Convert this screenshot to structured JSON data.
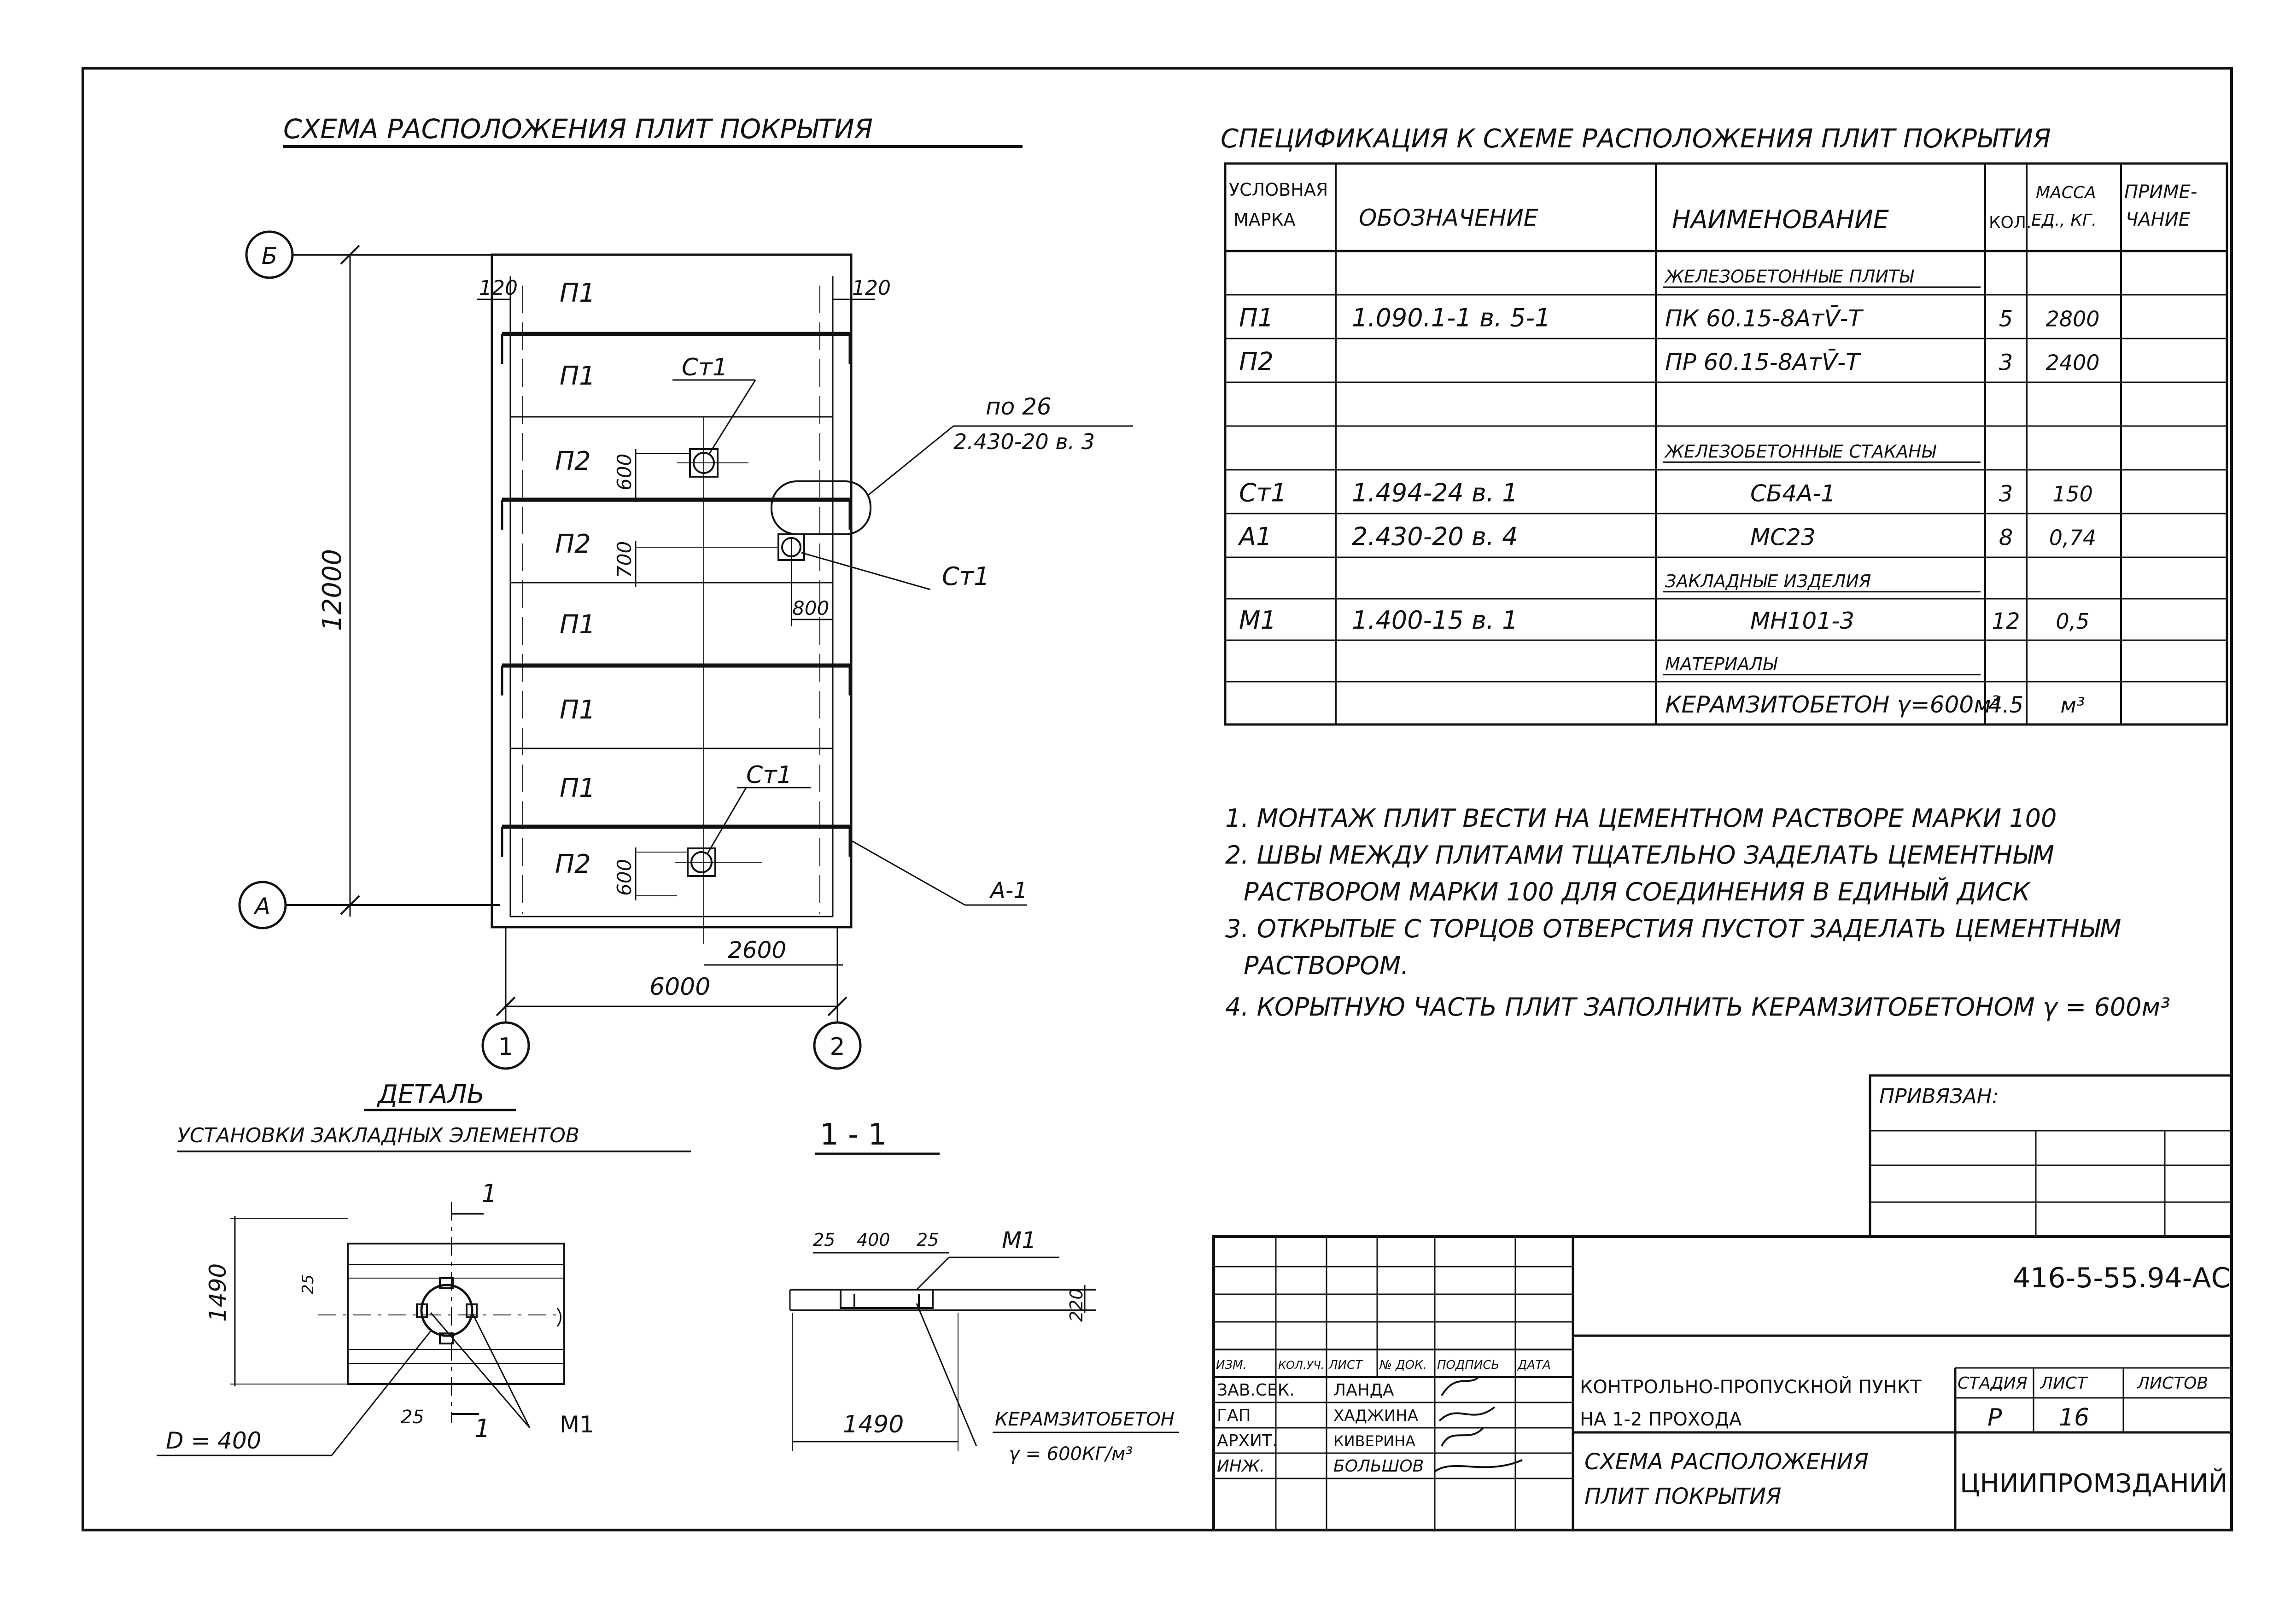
{
  "plan": {
    "title": "СХЕМА РАСПОЛОЖЕНИЯ ПЛИТ ПОКРЫТИЯ",
    "axis_b": "Б",
    "axis_a": "А",
    "axis_1": "1",
    "axis_2": "2",
    "dim_12000": "12000",
    "dim_6000": "6000",
    "dim_2600": "2600",
    "dim_120_left": "120",
    "dim_120_right": "120",
    "dim_600_a": "600",
    "dim_700": "700",
    "dim_800": "800",
    "dim_600_b": "600",
    "slabs": [
      "П1",
      "П1",
      "П2",
      "П2",
      "П1",
      "П1",
      "П1",
      "П2"
    ],
    "ct1_a": "Ст1",
    "ct1_b": "Ст1",
    "ct1_c": "Ст1",
    "ref_line1": "по 26",
    "ref_line2": "2.430-20 в. 3",
    "a1_label": "А-1"
  },
  "spec": {
    "title": "СПЕЦИФИКАЦИЯ К СХЕМЕ РАСПОЛОЖЕНИЯ ПЛИТ ПОКРЫТИЯ",
    "head_mark": [
      "УСЛОВНАЯ",
      "МАРКА"
    ],
    "head_designation": "ОБОЗНАЧЕНИЕ",
    "head_name": "НАИМЕНОВАНИЕ",
    "head_qty": "КОЛ.",
    "head_mass": [
      "МАССА",
      "ЕД., КГ."
    ],
    "head_note": [
      "ПРИМЕ-",
      "ЧАНИЕ"
    ],
    "rows": [
      {
        "mark": "",
        "des": "",
        "name": "ЖЕЛЕЗОБЕТОННЫЕ ПЛИТЫ",
        "qty": "",
        "mass": "",
        "section": true
      },
      {
        "mark": "П1",
        "des": "1.090.1-1  в. 5-1",
        "name": "ПК 60.15-8АтV̄-Т",
        "qty": "5",
        "mass": "2800"
      },
      {
        "mark": "П2",
        "des": "",
        "name": "ПР 60.15-8АтV̄-Т",
        "qty": "3",
        "mass": "2400"
      },
      {
        "mark": "",
        "des": "",
        "name": "",
        "qty": "",
        "mass": ""
      },
      {
        "mark": "",
        "des": "",
        "name": "ЖЕЛЕЗОБЕТОННЫЕ СТАКАНЫ",
        "qty": "",
        "mass": "",
        "section": true
      },
      {
        "mark": "Ст1",
        "des": "1.494-24   в. 1",
        "name": "СБ4А-1",
        "qty": "3",
        "mass": "150"
      },
      {
        "mark": "А1",
        "des": "2.430-20   в. 4",
        "name": "МС23",
        "qty": "8",
        "mass": "0,74"
      },
      {
        "mark": "",
        "des": "",
        "name": "ЗАКЛАДНЫЕ ИЗДЕЛИЯ",
        "qty": "",
        "mass": "",
        "section": true
      },
      {
        "mark": "М1",
        "des": "1.400-15    в. 1",
        "name": "МН101-3",
        "qty": "12",
        "mass": "0,5"
      },
      {
        "mark": "",
        "des": "",
        "name": "МАТЕРИАЛЫ",
        "qty": "",
        "mass": "",
        "section": true
      },
      {
        "mark": "",
        "des": "",
        "name": "КЕРАМЗИТОБЕТОН γ=600м³",
        "qty": "4.5",
        "mass": "м³"
      }
    ]
  },
  "notes": [
    "1. МОНТАЖ ПЛИТ ВЕСТИ НА ЦЕМЕНТНОМ РАСТВОРЕ МАРКИ 100",
    "2. ШВЫ МЕЖДУ ПЛИТАМИ ТЩАТЕЛЬНО ЗАДЕЛАТЬ ЦЕМЕНТНЫМ",
    "РАСТВОРОМ МАРКИ 100 ДЛЯ СОЕДИНЕНИЯ В ЕДИНЫЙ ДИСК",
    "3. ОТКРЫТЫЕ С ТОРЦОВ ОТВЕРСТИЯ ПУСТОТ ЗАДЕЛАТЬ ЦЕМЕНТНЫМ",
    "РАСТВОРОМ.",
    "4. КОРЫТНУЮ ЧАСТЬ ПЛИТ ЗАПОЛНИТЬ КЕРАМЗИТОБЕТОНОМ γ = 600м³"
  ],
  "detail": {
    "title": "ДЕТАЛЬ",
    "subtitle": "УСТАНОВКИ ЗАКЛАДНЫХ ЭЛЕМЕНТОВ",
    "dim_1490": "1490",
    "dim_25a": "25",
    "dim_25b": "25",
    "cut_mark": "1",
    "cut_mark_b": "1",
    "m1_label": "М1",
    "d_label": "D = 400"
  },
  "section": {
    "title": "1 - 1",
    "dim_25a": "25",
    "dim_400": "400",
    "dim_25b": "25",
    "m1_label": "М1",
    "dim_220": "220",
    "dim_1490": "1490",
    "material_1": "КЕРАМЗИТОБЕТОН",
    "material_2": "γ = 600КГ/м³"
  },
  "stamp": {
    "privyazan": "ПРИВЯЗАН:",
    "code": "416-5-55.94-АС",
    "col_izm": "ИЗМ.",
    "col_kol": "КОЛ.УЧ.",
    "col_list": "ЛИСТ",
    "col_ndok": "№ ДОК.",
    "col_podpis": "ПОДПИСЬ",
    "col_data": "ДАТА",
    "roles": [
      "ЗАВ.СЕК.",
      "ГАП",
      "АРХИТ.",
      "ИНЖ."
    ],
    "names": [
      "ЛАНДА",
      "ХАДЖИНА",
      "КИВЕРИНА",
      "БОЛЬШОВ"
    ],
    "project_1": "КОНТРОЛЬНО-ПРОПУСКНОЙ ПУНКТ",
    "project_2": "НА 1-2 ПРОХОДА",
    "sheet_1": "СХЕМА РАСПОЛОЖЕНИЯ",
    "sheet_2": "ПЛИТ ПОКРЫТИЯ",
    "stage_label": "СТАДИЯ",
    "list_label": "ЛИСТ",
    "listov_label": "ЛИСТОВ",
    "stage": "Р",
    "list": "16",
    "listov": "",
    "org": "ЦНИИПРОМЗДАНИЙ"
  }
}
